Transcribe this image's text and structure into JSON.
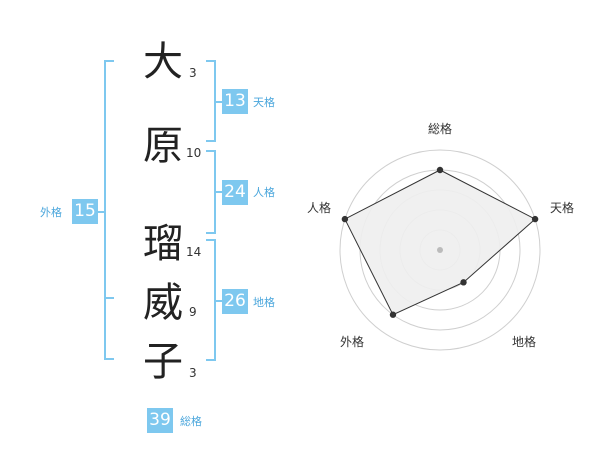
{
  "name": {
    "chars": [
      {
        "char": "大",
        "strokes": "3"
      },
      {
        "char": "原",
        "strokes": "10"
      },
      {
        "char": "瑠",
        "strokes": "14"
      },
      {
        "char": "威",
        "strokes": "9"
      },
      {
        "char": "子",
        "strokes": "3"
      }
    ]
  },
  "fortune": {
    "tenkaku": {
      "label": "天格",
      "value": "13"
    },
    "jinkaku": {
      "label": "人格",
      "value": "24"
    },
    "chikaku": {
      "label": "地格",
      "value": "26"
    },
    "gaikaku": {
      "label": "外格",
      "value": "15"
    },
    "soukaku": {
      "label": "総格",
      "value": "39"
    }
  },
  "colors": {
    "accent": "#7ec8ef",
    "accent_text": "#4aa6dc",
    "radar_fill": "#eeeeee",
    "radar_line": "#333333"
  },
  "chart_data": {
    "type": "radar",
    "axes": [
      "総格",
      "天格",
      "地格",
      "外格",
      "人格"
    ],
    "values": [
      4,
      5,
      2,
      4,
      5
    ],
    "max": 5
  }
}
